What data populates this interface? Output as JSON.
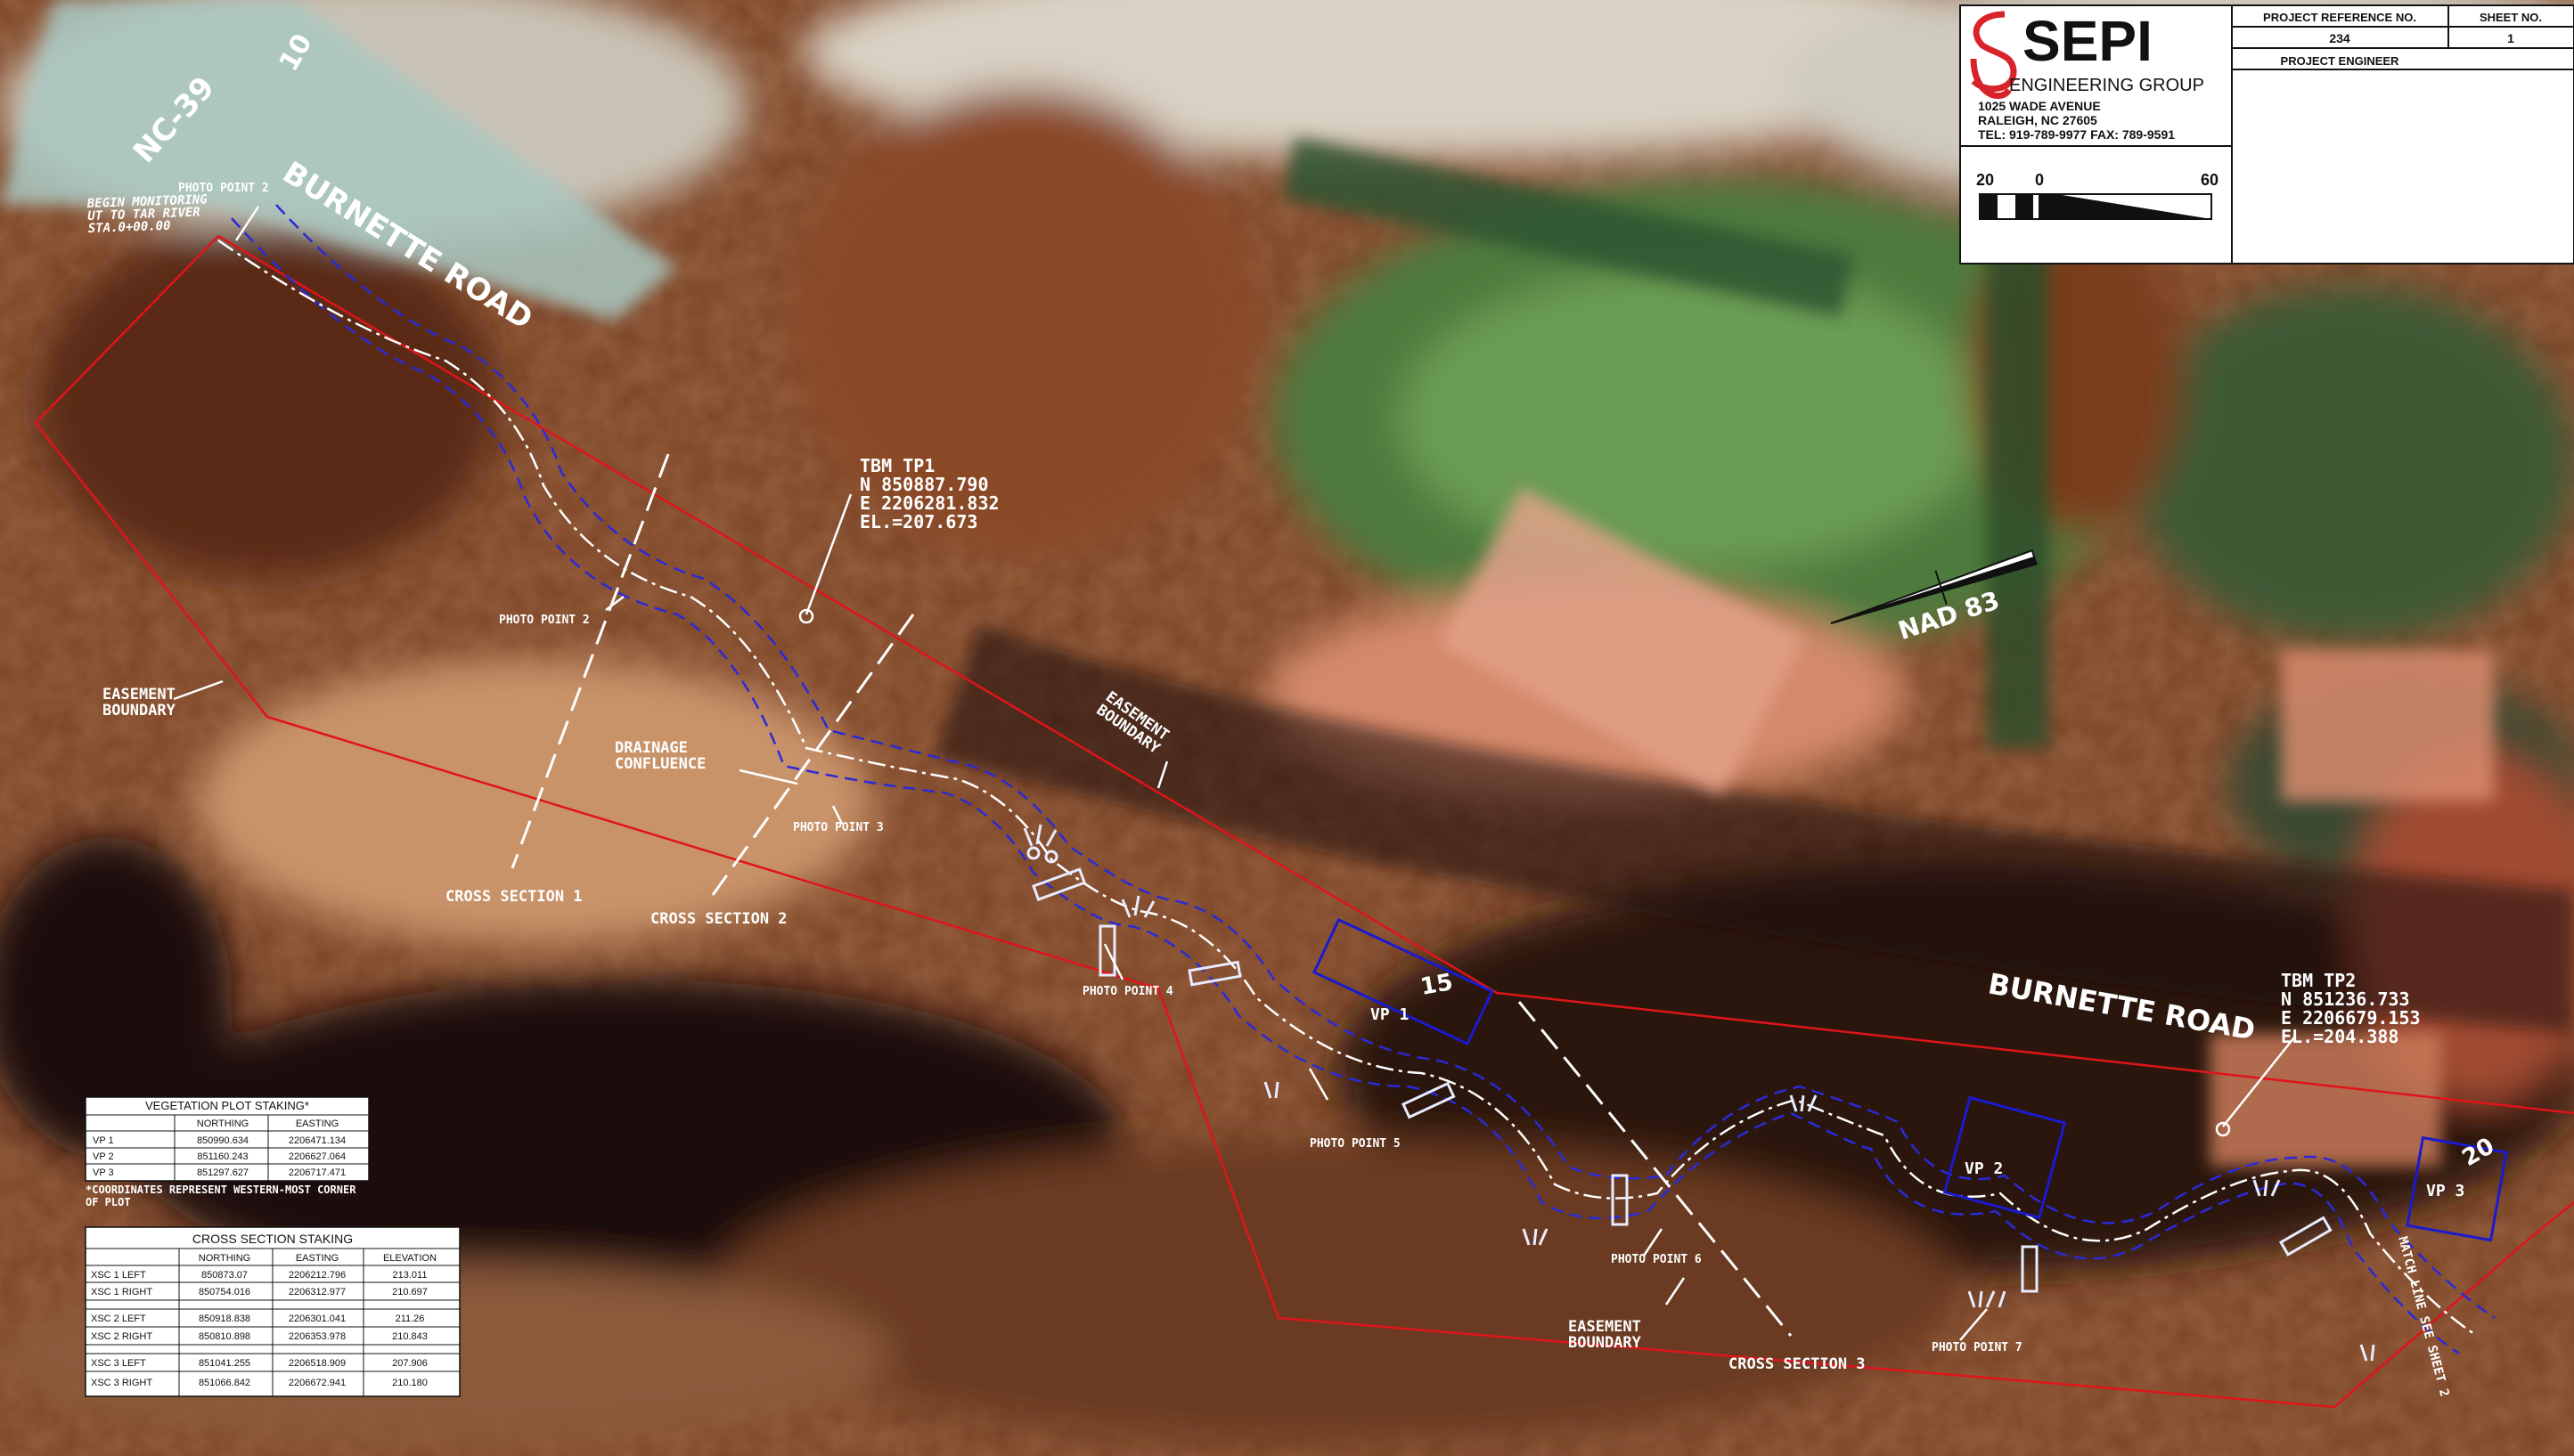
{
  "title_block": {
    "company": "SEPI",
    "group": "ENGINEERING GROUP",
    "address_1": "1025 WADE AVENUE",
    "address_2": "RALEIGH, NC 27605",
    "phone": "TEL: 919-789-9977 FAX: 789-9591",
    "project_reference_label": "PROJECT REFERENCE NO.",
    "project_reference_value": "234",
    "sheet_label": "SHEET NO.",
    "sheet_value": "1",
    "engineer_label": "PROJECT ENGINEER",
    "scale_labels": [
      "20",
      "0",
      "60"
    ]
  },
  "roads": {
    "nc39": "NC-39",
    "nc39_route": "10",
    "burnette_1": "BURNETTE ROAD",
    "burnette_2": "BURNETTE ROAD"
  },
  "north_arrow": "NAD 83",
  "tbm1": [
    "TBM TP1",
    "N 850887.790",
    "E 2206281.832",
    "EL.=207.673"
  ],
  "tbm2": [
    "TBM TP2",
    "N 851236.733",
    "E 2206679.153",
    "EL.=204.388"
  ],
  "labels": {
    "begin_monitoring": [
      "BEGIN MONITORING",
      "UT TO TAR RIVER",
      "STA.0+00.00"
    ],
    "photo_point_2_top": "PHOTO POINT 2",
    "photo_point_2": "PHOTO POINT 2",
    "photo_point_3": "PHOTO POINT 3",
    "photo_point_4": "PHOTO POINT 4",
    "photo_point_5": "PHOTO POINT 5",
    "photo_point_6": "PHOTO POINT 6",
    "photo_point_7": "PHOTO POINT 7",
    "easement_1": [
      "EASEMENT",
      "BOUNDARY"
    ],
    "easement_2": [
      "EASEMENT",
      "BOUNDARY"
    ],
    "easement_3": [
      "EASEMENT",
      "BOUNDARY"
    ],
    "drainage": [
      "DRAINAGE",
      "CONFLUENCE"
    ],
    "cross_section_1": "CROSS SECTION 1",
    "cross_section_2": "CROSS SECTION 2",
    "cross_section_3": "CROSS SECTION 3",
    "vp1": "VP 1",
    "vp2": "VP 2",
    "vp3": "VP 3",
    "station_15": "15",
    "station_20": "20",
    "match_line": "MATCH LINE SEE SHEET 2"
  },
  "veg_table": {
    "title": "VEGETATION PLOT STAKING*",
    "headers": [
      "",
      "NORTHING",
      "EASTING"
    ],
    "rows": [
      [
        "VP 1",
        "850990.634",
        "2206471.134"
      ],
      [
        "VP 2",
        "851160.243",
        "2206627.064"
      ],
      [
        "VP 3",
        "851297.627",
        "2206717.471"
      ]
    ],
    "note_1": "*COORDINATES REPRESENT WESTERN-MOST CORNER",
    "note_2": "OF PLOT"
  },
  "xsc_table": {
    "title": "CROSS SECTION STAKING",
    "headers": [
      "",
      "NORTHING",
      "EASTING",
      "ELEVATION"
    ],
    "rows": [
      [
        "XSC 1 LEFT",
        "850873.07",
        "2206212.796",
        "213.011"
      ],
      [
        "XSC 1 RIGHT",
        "850754.016",
        "2206312.977",
        "210.697"
      ],
      [
        "XSC 2 LEFT",
        "850918.838",
        "2206301.041",
        "211.26"
      ],
      [
        "XSC 2 RIGHT",
        "850810.898",
        "2206353.978",
        "210.843"
      ],
      [
        "XSC 3 LEFT",
        "851041.255",
        "2206518.909",
        "207.906"
      ],
      [
        "XSC 3 RIGHT",
        "851066.842",
        "2206672.941",
        "210.180"
      ]
    ]
  },
  "colors": {
    "easement_line": "#e0141a",
    "stream_bank": "#2a2ad8",
    "vp_box": "#1a1ad0",
    "centerline": "#ffffff"
  }
}
